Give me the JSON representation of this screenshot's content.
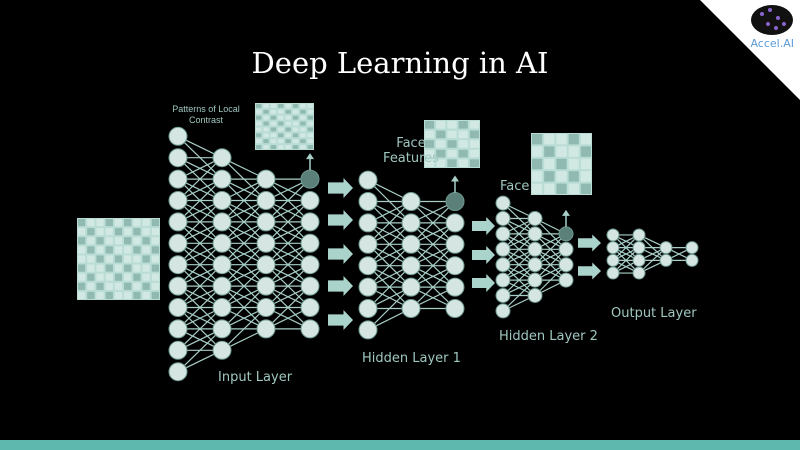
{
  "title": "Deep Learning in AI",
  "logo": {
    "text": "Accel.AI"
  },
  "labels": {
    "patterns": "Patterns of Local Contrast",
    "face_features": "Face Features",
    "face": "Face",
    "input_layer": "Input Layer",
    "hidden_layer_1": "Hidden Layer 1",
    "hidden_layer_2": "Hidden Layer 2",
    "output_layer": "Output Layer"
  },
  "network": {
    "groups": [
      {
        "name": "input-layer",
        "columns": [
          12,
          10,
          8,
          8
        ]
      },
      {
        "name": "hidden-layer-1",
        "columns": [
          8,
          6,
          6
        ]
      },
      {
        "name": "hidden-layer-2",
        "columns": [
          8,
          6,
          4
        ]
      },
      {
        "name": "output-layer",
        "columns": [
          4,
          4,
          2,
          2
        ]
      }
    ],
    "colors": {
      "node": "#d5e6e2",
      "edge": "#a8cfc8",
      "feature_node": "#5b8079",
      "arrow": "#a9d3cb"
    }
  }
}
